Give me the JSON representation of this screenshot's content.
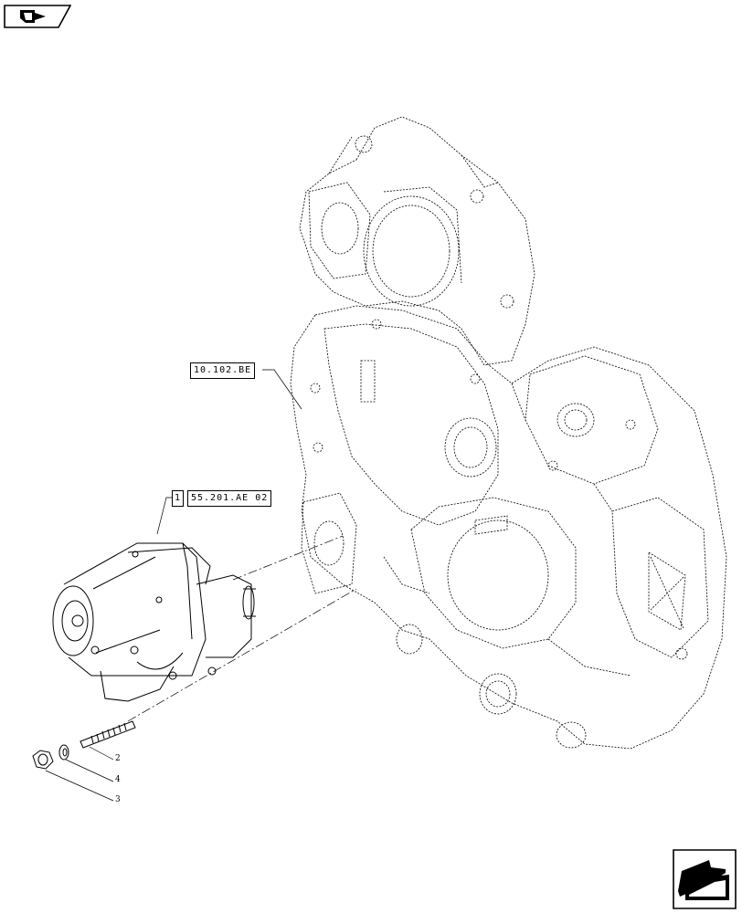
{
  "navigation": {
    "prev_icon": "arrow-back-icon",
    "next_icon": "arrow-forward-icon"
  },
  "references": {
    "cover_ref": "10.102.BE",
    "starter_qty": "1",
    "starter_ref": "55.201.AE 02"
  },
  "callouts": {
    "stud": "2",
    "washer": "4",
    "nut": "3"
  }
}
